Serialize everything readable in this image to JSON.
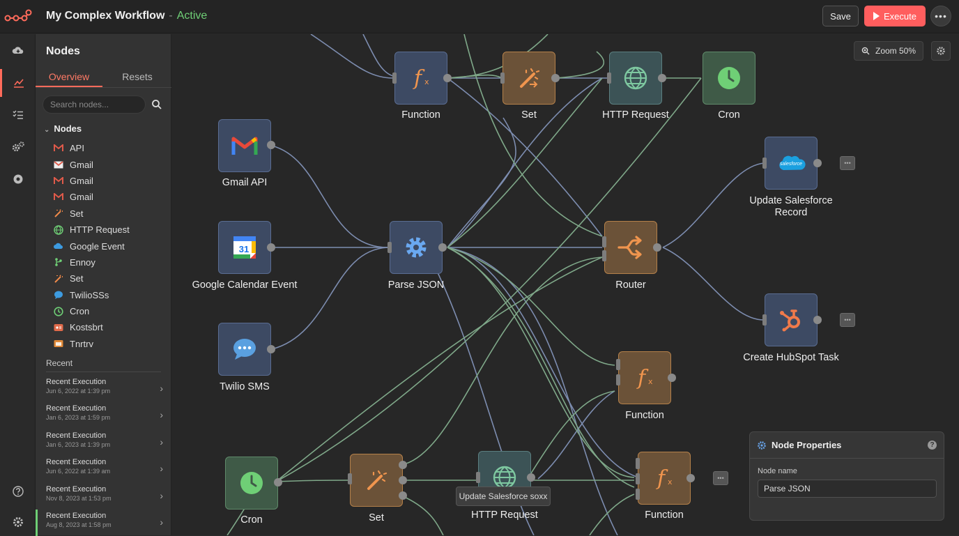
{
  "header": {
    "title": "My Complex Workflow",
    "separator": "-",
    "status": "Active",
    "save_label": "Save",
    "execute_label": "Execute",
    "more_label": "•••"
  },
  "colors": {
    "accent": "#ff5e5e",
    "active_status": "#6fcf76"
  },
  "rail": {
    "icons": [
      "cloud-icon",
      "chart-icon",
      "list-icon",
      "cogs-icon",
      "record-icon",
      "help-icon",
      "settings-icon"
    ]
  },
  "sidebar": {
    "title": "Nodes",
    "tabs": [
      {
        "label": "Overview"
      },
      {
        "label": "Resets"
      }
    ],
    "search_placeholder": "Search nodes...",
    "section_label": "Nodes",
    "items": [
      {
        "label": "API",
        "icon": "gmail-icon"
      },
      {
        "label": "Gmail",
        "icon": "gmail-icon"
      },
      {
        "label": "Gmail",
        "icon": "gmail-icon"
      },
      {
        "label": "Gmail",
        "icon": "gmail-icon"
      },
      {
        "label": "Set",
        "icon": "set-icon"
      },
      {
        "label": "HTTP Request",
        "icon": "globe-icon"
      },
      {
        "label": "Google Event",
        "icon": "cloud-icon"
      },
      {
        "label": "Ennoy",
        "icon": "branch-icon"
      },
      {
        "label": "Set",
        "icon": "set-icon"
      },
      {
        "label": "TwilioSSs",
        "icon": "chat-icon"
      },
      {
        "label": "Cron",
        "icon": "clock-icon"
      },
      {
        "label": "Kostsbrt",
        "icon": "badge-icon"
      },
      {
        "label": "Tnrtrv",
        "icon": "calendar-icon"
      }
    ],
    "recent_label": "Recent",
    "recent": [
      {
        "title": "Recent Execution",
        "date": "Jun 6, 2022 at 1:39 pm"
      },
      {
        "title": "Recent Execution",
        "date": "Jan 6, 2023 at 1:59 pm"
      },
      {
        "title": "Recent Execution",
        "date": "Jan 6, 2023 at 1:39 pm"
      },
      {
        "title": "Recent Execution",
        "date": "Jun 6, 2022 at 1:39 am"
      },
      {
        "title": "Recent Execution",
        "date": "Nov 8, 2023 at 1:53 pm"
      },
      {
        "title": "Recent Execution",
        "date": "Aug 8, 2023 at 1:58 pm"
      }
    ]
  },
  "canvas": {
    "zoom_label": "Zoom 50%",
    "nodes": {
      "function_top": {
        "label": "Function",
        "icon": "function-icon"
      },
      "set_top": {
        "label": "Set",
        "icon": "wand-icon"
      },
      "http_top": {
        "label": "HTTP Request",
        "icon": "globe-icon"
      },
      "cron_top": {
        "label": "Cron",
        "icon": "clock-icon"
      },
      "gmail": {
        "label": "Gmail API",
        "icon": "gmail-icon"
      },
      "gcal": {
        "label": "Google Calendar Event",
        "icon": "calendar-icon",
        "day": "31"
      },
      "twilio": {
        "label": "Twilio SMS",
        "icon": "chat-icon"
      },
      "parse": {
        "label": "Parse JSON",
        "icon": "gear-icon"
      },
      "router": {
        "label": "Router",
        "icon": "shuffle-icon"
      },
      "salesforce": {
        "label": "Update Salesforce Record",
        "icon": "salesforce-icon",
        "logo_text": "salesforce"
      },
      "hubspot": {
        "label": "Create HubSpot Task",
        "icon": "hubspot-icon"
      },
      "function_mid": {
        "label": "Function",
        "icon": "function-icon"
      },
      "cron_bottom": {
        "label": "Cron",
        "icon": "clock-icon"
      },
      "set_bottom": {
        "label": "Set",
        "icon": "wand-icon"
      },
      "http_bottom": {
        "label": "HTTP Request",
        "icon": "globe-icon"
      },
      "function_bottom": {
        "label": "Function",
        "icon": "function-icon"
      }
    },
    "stubs": [
      "•••",
      "•••",
      "•••"
    ],
    "tooltip": "Update Salesforce soxx"
  },
  "properties": {
    "title": "Node Properties",
    "help": "?",
    "field_label": "Node name",
    "field_value": "Parse JSON"
  }
}
